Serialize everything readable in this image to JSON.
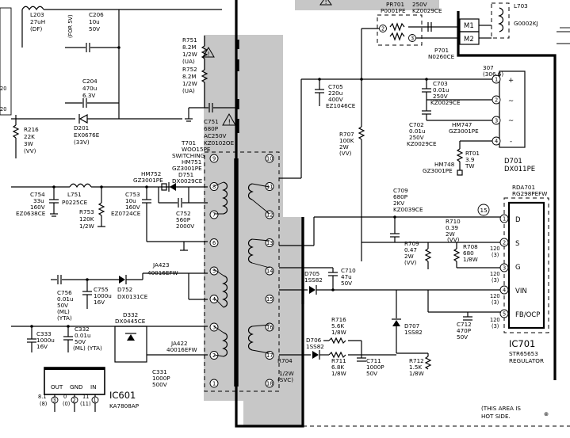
{
  "components": {
    "l203": [
      "L203",
      "27uH",
      "(DF)"
    ],
    "c206": [
      "C206",
      "10u",
      "50V"
    ],
    "for5v": "(FOR 5V)",
    "c204": [
      "C204",
      "470u",
      "6.3V"
    ],
    "d201": [
      "D201",
      "EX0676E",
      "(33V)"
    ],
    "r216": [
      "R216",
      "22K",
      "3W",
      "(VV)"
    ],
    "left_edge": [
      "20",
      "20"
    ],
    "r751": [
      "R751",
      "8.2M",
      "1/2W",
      "(UA)"
    ],
    "r752": [
      "R752",
      "8.2M",
      "1/2W",
      "(UA)"
    ],
    "c751": [
      "C751",
      "680P",
      "AC250V",
      "KZ0102OE"
    ],
    "t701": [
      "T701",
      "WOO15PE",
      "SWITCHING",
      "HM751",
      "GZ3001PE",
      "D751",
      "DX0029CE"
    ],
    "hm752": [
      "HM752",
      "GZ3001PE"
    ],
    "c754": [
      "C754",
      "33u",
      "160V",
      "EZ0638CE"
    ],
    "l751": [
      "L751",
      "P0225CE"
    ],
    "r753": [
      "R753",
      "120K",
      "1/2W"
    ],
    "c753": [
      "C753",
      "10u",
      "160V",
      "EZ0724CE"
    ],
    "c752": [
      "C752",
      "560P",
      "2000V"
    ],
    "ja423": [
      "JA423",
      "40016EFW"
    ],
    "c756": [
      "C756",
      "0.01u",
      "50V",
      "(ML)",
      "(YTA)"
    ],
    "c755": [
      "C755",
      "1000u",
      "16V"
    ],
    "d752": [
      "D752",
      "DX0131CE"
    ],
    "d332": [
      "D332",
      "DX0445CE"
    ],
    "c333": [
      "C333",
      "1000u",
      "16V"
    ],
    "c332": [
      "C332",
      "0.01u",
      "50V",
      "(ML) (YTA)"
    ],
    "ja422": [
      "JA422",
      "40016EFW"
    ],
    "c331": [
      "C331",
      "1000P",
      "500V"
    ],
    "ic601": {
      "title": "IC601",
      "part": "KA7808AP",
      "pins": [
        "OUT",
        "GND",
        "IN"
      ],
      "pin_nums": [
        "3",
        "2",
        "1"
      ],
      "v_top": [
        "8.1",
        "0",
        "11"
      ],
      "v_bot": [
        "(8)",
        "(0)",
        "(11)"
      ]
    },
    "pr701": [
      "PR701",
      "P0001PE"
    ],
    "c_top": [
      "250V",
      "KZ0029CE"
    ],
    "p701": [
      "P701",
      "N0260CE"
    ],
    "relay": [
      "M1",
      "M2"
    ],
    "l703": [
      "L703",
      "G0002KJ"
    ],
    "c705": [
      "C705",
      "220u",
      "400V",
      "EZ1046CE"
    ],
    "c703": [
      "C703",
      "0.01u",
      "250V",
      "KZ0029CE"
    ],
    "c702": [
      "C702",
      "0.01u",
      "250V",
      "KZ0029CE"
    ],
    "r707": [
      "R707",
      "100K",
      "2W",
      "(VV)"
    ],
    "hm747": [
      "HM747",
      "GZ3001PE"
    ],
    "rt01": [
      "RT01",
      "3.9",
      "TW"
    ],
    "hm748": [
      "HM748",
      "GZ3001PE"
    ],
    "d701": [
      "D701",
      "DX011PE"
    ],
    "v307": [
      "307",
      "(306.6)"
    ],
    "c709": [
      "C709",
      "680P",
      "2KV",
      "KZ0039CE"
    ],
    "rda701": [
      "RDA701",
      "RG298PEFW"
    ],
    "tp15": "15",
    "r710": [
      "R710",
      "0.39",
      "2W",
      "(VV)"
    ],
    "r709": [
      "R709",
      "0.47",
      "2W",
      "(VV)"
    ],
    "r708": [
      "R708",
      "680",
      "1/8W"
    ],
    "c710": [
      "C710",
      "47u",
      "50V"
    ],
    "d705": [
      "D705",
      "1SS82"
    ],
    "r716": [
      "R716",
      "5.6K",
      "1/8W"
    ],
    "r711": [
      "R711",
      "6.8K",
      "1/8W"
    ],
    "c711": [
      "C711",
      "1000P",
      "50V"
    ],
    "d707": [
      "D707",
      "1SS82"
    ],
    "r712": [
      "R712",
      "1.5K",
      "1/8W"
    ],
    "c712": [
      "C712",
      "470P",
      "50V"
    ],
    "d706": [
      "D706",
      "1SS82"
    ],
    "r704": [
      "R704",
      "1/2W",
      "(SVC)"
    ],
    "ic701": {
      "title": "IC701",
      "part": "STR65653",
      "role": "REGULATOR",
      "pins": [
        "D",
        "S",
        "G",
        "VIN",
        "FB/OCP"
      ]
    },
    "pin_volts": [
      "120",
      "(3)",
      "120",
      "(3)",
      "120",
      "(3)",
      "120",
      "(3)"
    ],
    "bridge_pins": [
      "+",
      "~",
      "~",
      "-"
    ],
    "hot_note": [
      "(THIS AREA IS",
      "HOT SIDE."
    ]
  },
  "transformer_pins": {
    "left": [
      "9",
      "8",
      "7",
      "6",
      "5",
      "4",
      "3",
      "2",
      "1"
    ],
    "right": [
      "10",
      "11",
      "12",
      "13",
      "14",
      "15",
      "16",
      "17",
      "18"
    ]
  },
  "colors": {
    "shade": "#c7c7c7",
    "line": "#000000",
    "background": "#ffffff"
  },
  "icons": [
    "warning-icon"
  ]
}
